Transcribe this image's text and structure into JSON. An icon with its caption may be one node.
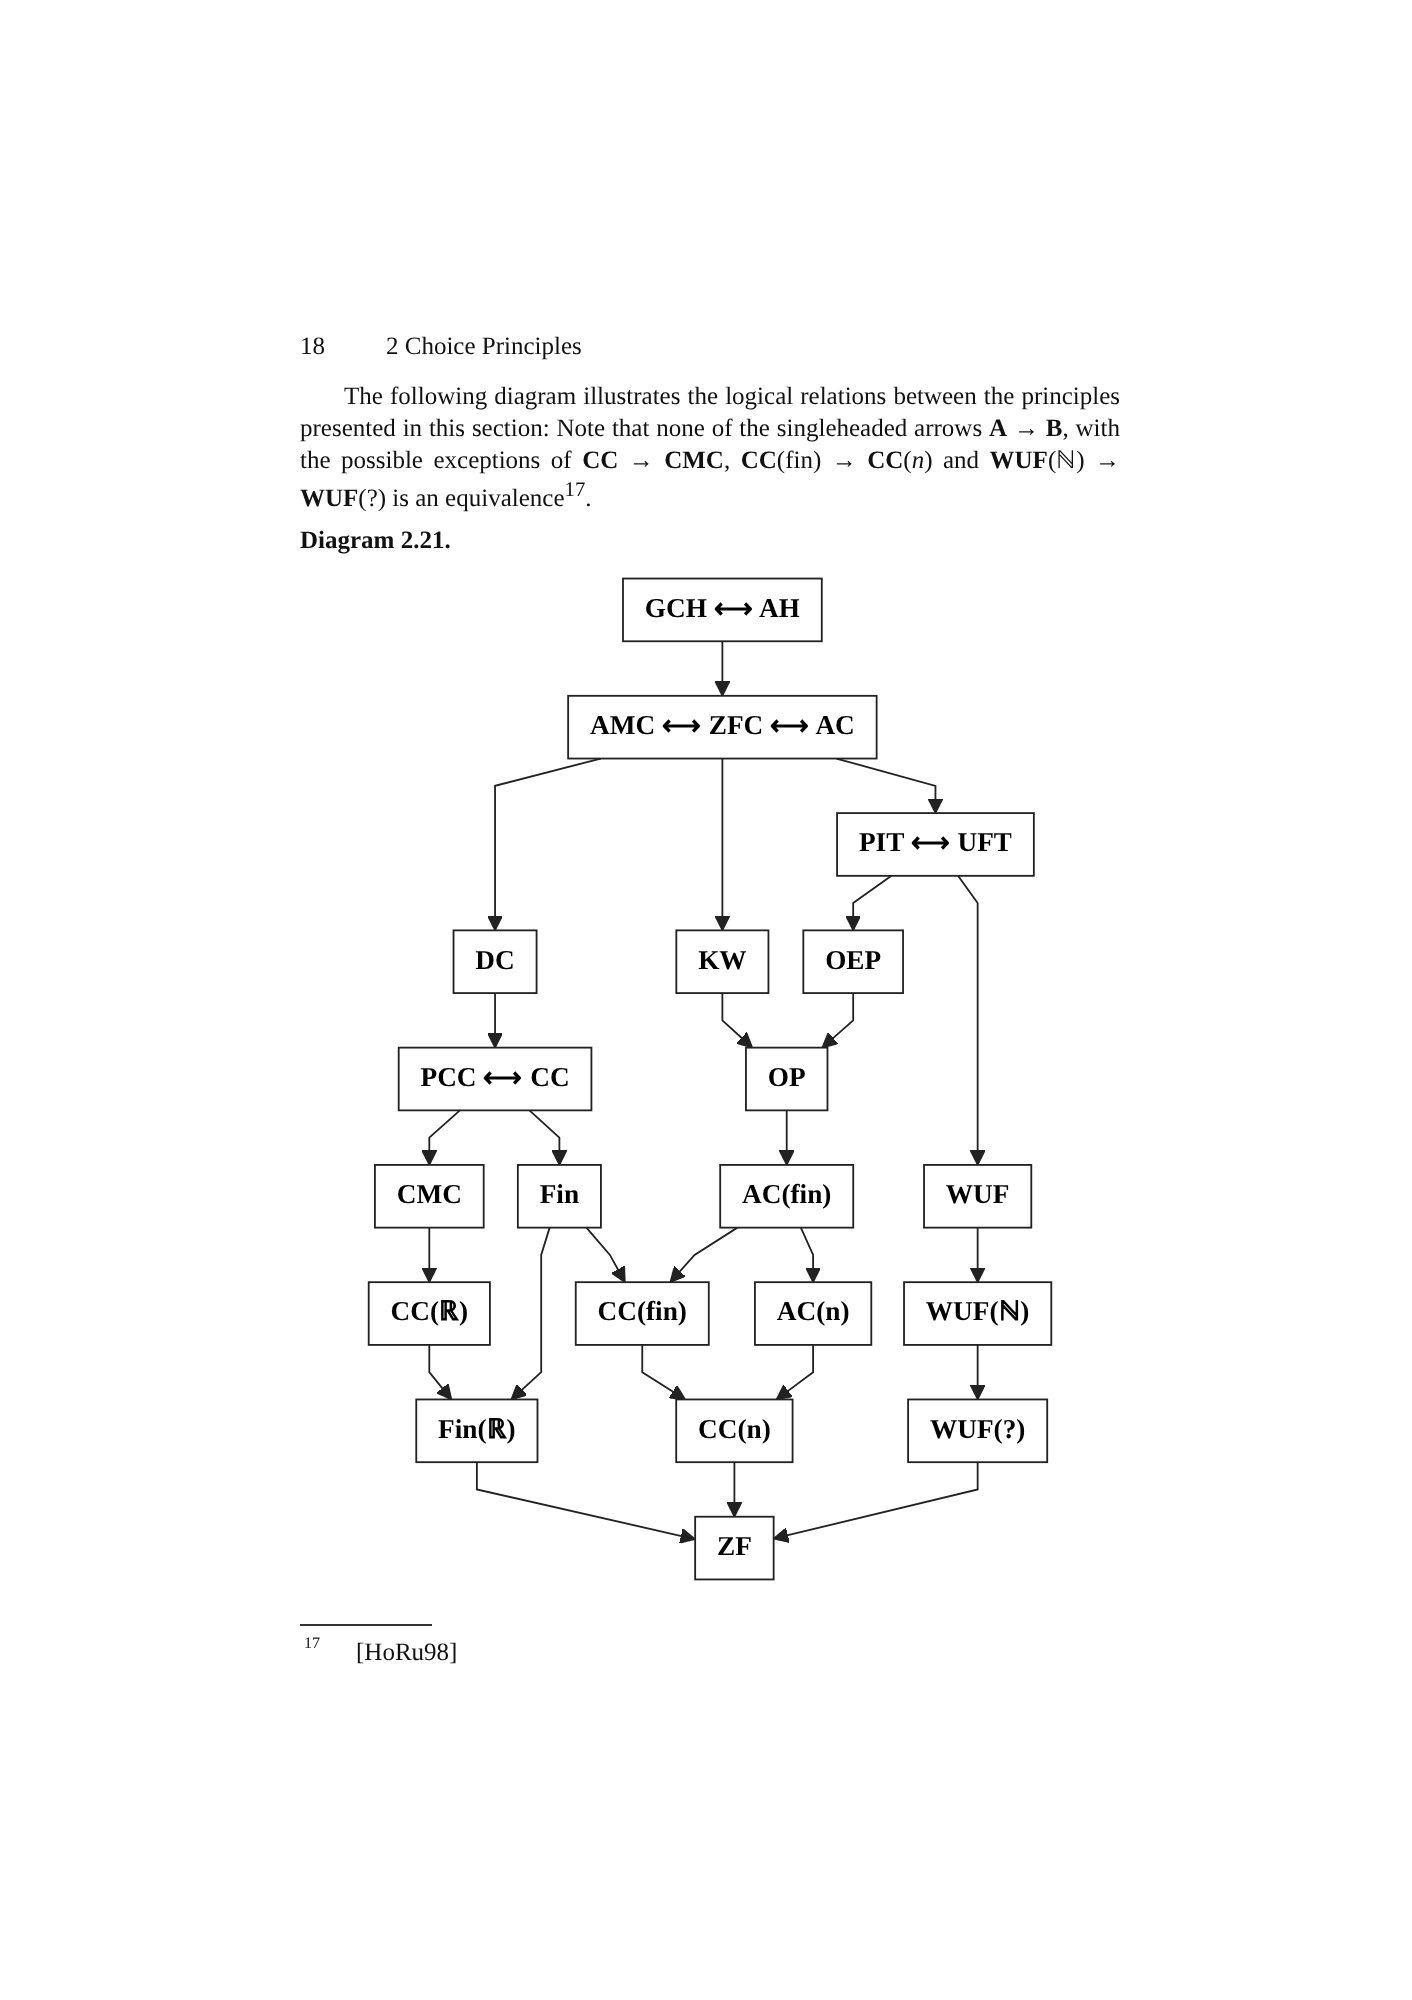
{
  "diagram": {
    "title": "Diagram 2.21.",
    "nodes": [
      {
        "text": [
          "GCH ⟷ AH"
        ]
      },
      {
        "text": [
          "AMC ⟷ ZFC ⟷ AC"
        ]
      },
      {
        "text": [
          "DC"
        ]
      },
      {
        "text": [
          "KW"
        ]
      },
      {
        "text": [
          "PIT ⟷ UFT"
        ]
      },
      {
        "text": [
          "OEP"
        ]
      },
      {
        "text": [
          "PCC ⟷ CC"
        ]
      },
      {
        "text": [
          "OP"
        ]
      },
      {
        "text": [
          "WUF"
        ]
      },
      {
        "text": [
          "CMC"
        ]
      },
      {
        "text": [
          "CC(ℝ)"
        ]
      },
      {
        "text": [
          "Fin"
        ]
      },
      {
        "text": [
          "AC(fin)"
        ]
      },
      {
        "text": [
          "WUF(ℕ)"
        ]
      },
      {
        "text": [
          "Fin(ℝ)"
        ]
      },
      {
        "text": [
          "CC(fin)"
        ]
      },
      {
        "text": [
          "AC(n)"
        ]
      },
      {
        "text": [
          "WUF(?)"
        ]
      },
      {
        "text": [
          "CC(n)"
        ]
      },
      {
        "text": [
          "ZF"
        ]
      }
    ],
    "edges": [
      {
        "from": 0,
        "to": 1,
        "arrow": "to"
      },
      {
        "from": 1,
        "to": 2,
        "arrow": "to"
      },
      {
        "from": 1,
        "to": 3,
        "arrow": "to"
      },
      {
        "from": 1,
        "to": 4,
        "arrow": "to"
      },
      {
        "from": 4,
        "to": 5,
        "arrow": "to"
      },
      {
        "from": 2,
        "to": 6,
        "arrow": "to"
      },
      {
        "from": 3,
        "to": 7,
        "arrow": "to"
      },
      {
        "from": 5,
        "to": 7,
        "arrow": "to"
      },
      {
        "from": 4,
        "to": 8,
        "arrow": "to"
      },
      {
        "from": 6,
        "to": 9,
        "arrow": "to"
      },
      {
        "from": 9,
        "to": 10,
        "arrow": "to"
      },
      {
        "from": 6,
        "to": 11,
        "arrow": "to"
      },
      {
        "from": 7,
        "to": 12,
        "arrow": "to"
      },
      {
        "from": 8,
        "to": 13,
        "arrow": "to"
      },
      {
        "from": 10,
        "to": 14,
        "arrow": "to"
      },
      {
        "from": 11,
        "to": 14,
        "arrow": "to"
      },
      {
        "from": 11,
        "to": 15,
        "arrow": "to"
      },
      {
        "from": 12,
        "to": 15,
        "arrow": "to"
      },
      {
        "from": 12,
        "to": 16,
        "arrow": "to"
      },
      {
        "from": 13,
        "to": 17,
        "arrow": "to"
      },
      {
        "from": 15,
        "to": 18,
        "arrow": "to"
      },
      {
        "from": 16,
        "to": 18,
        "arrow": "to"
      },
      {
        "from": 14,
        "to": 19,
        "arrow": "to"
      },
      {
        "from": 18,
        "to": 19,
        "arrow": "to"
      },
      {
        "from": 17,
        "to": 19,
        "arrow": "to"
      }
    ],
    "labels": [
      "18",
      "2 Choice Principles",
      "The following diagram illustrates the logical relations between the principles presented in this section: Note that none of the singleheaded arrows **A** → **B**, with the possible exceptions of **CC** → **CMC**, **CC**(fin) → **CC**(*n*) and **WUF**(ℕ) → **WUF**(?) is an equivalence$^{17}$.",
      "17",
      "[HoRu98]"
    ]
  }
}
